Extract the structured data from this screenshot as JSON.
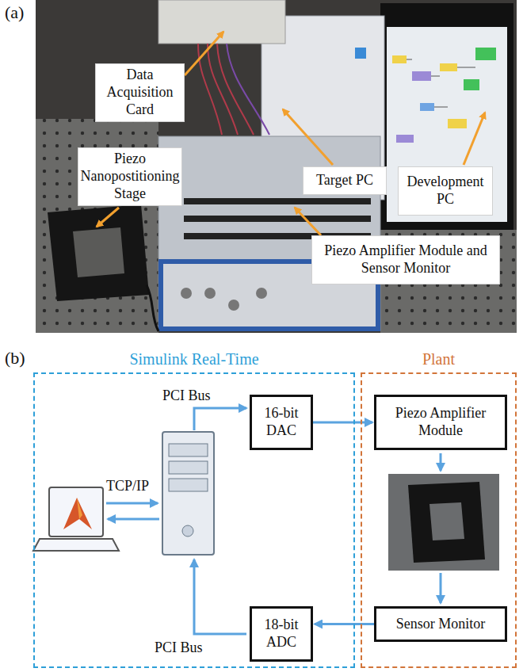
{
  "diagram": {
    "nodes": [
      {
        "text": [
          "Data Acquisition Card"
        ]
      },
      {
        "text": [
          "Piezo Nanopostitioning Stage"
        ]
      },
      {
        "text": [
          "Target PC"
        ]
      },
      {
        "text": [
          "Development PC"
        ]
      },
      {
        "text": [
          "Piezo Amplifier Module and Sensor Monitor"
        ]
      },
      {
        "text": [
          "Simulink Real-Time"
        ]
      },
      {
        "text": [
          "Plant"
        ]
      },
      {
        "text": [
          "16-bit DAC"
        ],
        "in": 5
      },
      {
        "text": [
          "Piezo Amplifier Module"
        ],
        "in": 6
      },
      {
        "text": [
          "Sensor Monitor"
        ],
        "in": 6
      },
      {
        "text": [
          "18-bit ADC"
        ],
        "in": 5
      }
    ],
    "edges": [
      {
        "from": 7,
        "to": 8,
        "arrow": "to"
      },
      {
        "from": 9,
        "to": 10,
        "arrow": "to"
      }
    ],
    "labels": [
      "(a)",
      "(b)",
      "TCP/IP",
      "PCI Bus",
      "PCI Bus"
    ]
  }
}
